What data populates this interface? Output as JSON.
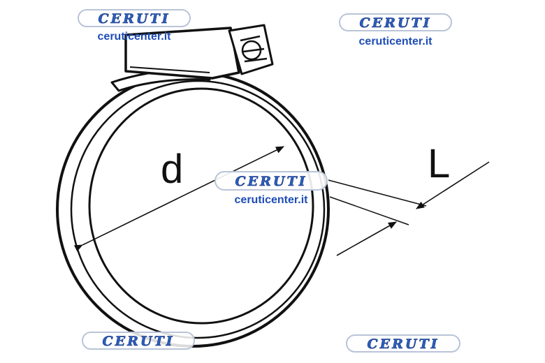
{
  "diagram": {
    "dimension_diameter_label": "d",
    "dimension_width_label": "L"
  },
  "watermarks": [
    {
      "brand": "CERUTI",
      "url": "ceruticenter.it"
    },
    {
      "brand": "CERUTI",
      "url": "ceruticenter.it"
    },
    {
      "brand": "CERUTI",
      "url": "ceruticenter.it"
    },
    {
      "brand": "CERUTI",
      "url": ""
    },
    {
      "brand": "CERUTI",
      "url": ""
    }
  ]
}
